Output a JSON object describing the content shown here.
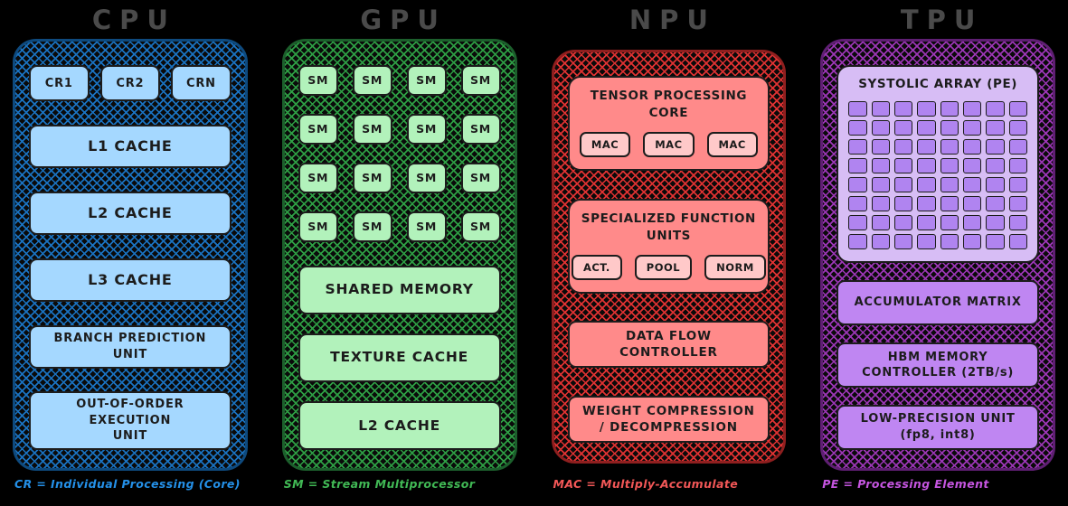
{
  "theme": {
    "cpu": {
      "hatch": "#1a72c0",
      "border": "#0e4a7e",
      "box": "#a5d8ff",
      "cap": "#2490e8"
    },
    "gpu": {
      "hatch": "#2e9e44",
      "border": "#1c5f2c",
      "box": "#b2f2bb",
      "cap": "#41b955"
    },
    "npu": {
      "hatch": "#df3232",
      "border": "#8f1f1f",
      "box": "#ff8a8a",
      "box2": "#ffc9c9",
      "cap": "#f25757"
    },
    "tpu": {
      "hatch": "#9b36b5",
      "border": "#5f1f73",
      "box": "#bf86f2",
      "boxlight": "#d7bdf5",
      "cell": "#b084f0",
      "cap": "#c555e0"
    }
  },
  "cpu": {
    "title": "CPU",
    "cores": [
      "CR1",
      "CR2",
      "CRN"
    ],
    "blocks": [
      "L1 CACHE",
      "L2 CACHE",
      "L3 CACHE",
      "BRANCH PREDICTION\nUNIT",
      "OUT-OF-ORDER\nEXECUTION\nUNIT"
    ],
    "caption": "CR = Individual Processing (Core)"
  },
  "gpu": {
    "title": "GPU",
    "sm_label": "SM",
    "sm_count": 16,
    "blocks": [
      "SHARED MEMORY",
      "TEXTURE CACHE",
      "L2 CACHE"
    ],
    "caption": "SM = Stream Multiprocessor"
  },
  "npu": {
    "title": "NPU",
    "tensor_core": {
      "title": "TENSOR PROCESSING\nCORE",
      "units": [
        "MAC",
        "MAC",
        "MAC"
      ]
    },
    "sfu": {
      "title": "SPECIALIZED FUNCTION\nUNITS",
      "units": [
        "ACT.",
        "POOL",
        "NORM"
      ]
    },
    "blocks": [
      "DATA FLOW CONTROLLER",
      "WEIGHT COMPRESSION\n/ DECOMPRESSION"
    ],
    "caption": "MAC = Multiply-Accumulate"
  },
  "tpu": {
    "title": "TPU",
    "systolic": {
      "title": "SYSTOLIC ARRAY (PE)",
      "rows": 8,
      "cols": 8
    },
    "blocks": [
      "ACCUMULATOR MATRIX",
      "HBM MEMORY\nCONTROLLER (2TB/s)",
      "LOW-PRECISION UNIT\n(fp8, int8)"
    ],
    "caption": "PE = Processing Element"
  }
}
